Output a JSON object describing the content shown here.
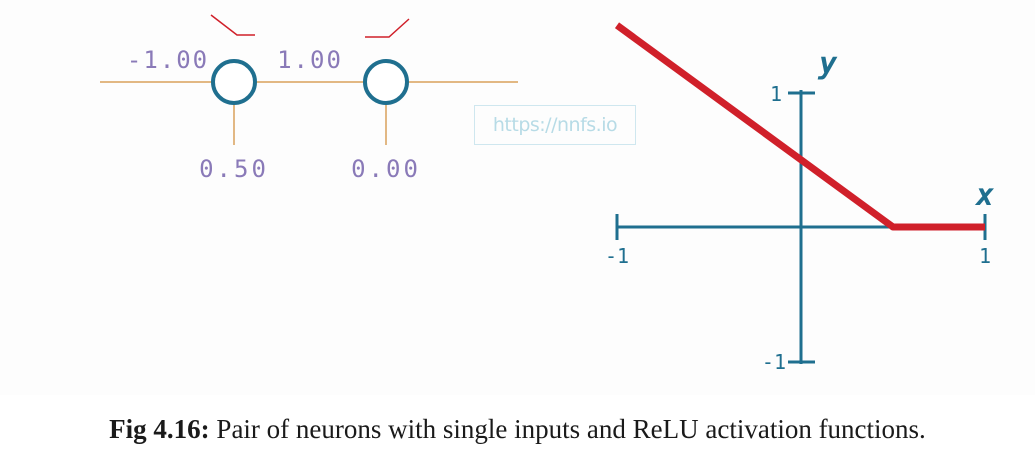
{
  "network": {
    "weights": [
      "-1.00",
      "1.00"
    ],
    "biases": [
      "0.50",
      "0.00"
    ]
  },
  "watermark": "https://nnfs.io",
  "graph": {
    "x_axis_label": "x",
    "y_axis_label": "y",
    "x_min_label": "-1",
    "x_max_label": "1",
    "y_max_label": "1",
    "y_min_label": "-1"
  },
  "chart_data": {
    "type": "line",
    "title": "",
    "xlabel": "x",
    "ylabel": "y",
    "xlim": [
      -1,
      1
    ],
    "ylim": [
      -1,
      1
    ],
    "series": [
      {
        "x": [
          -1.0,
          0.5,
          1.0
        ],
        "y": [
          1.5,
          0.0,
          0.0
        ]
      }
    ]
  },
  "colors": {
    "neuron": "#1f6f8f",
    "connection": "#d9a15b",
    "weight_text": "#8a7ab8",
    "axis": "#1f6f8f",
    "activation_line": "#d0202a",
    "mini_relu": "#d0202a"
  },
  "caption": {
    "label": "Fig 4.16:",
    "text": " Pair of neurons with single inputs and ReLU activation functions."
  }
}
